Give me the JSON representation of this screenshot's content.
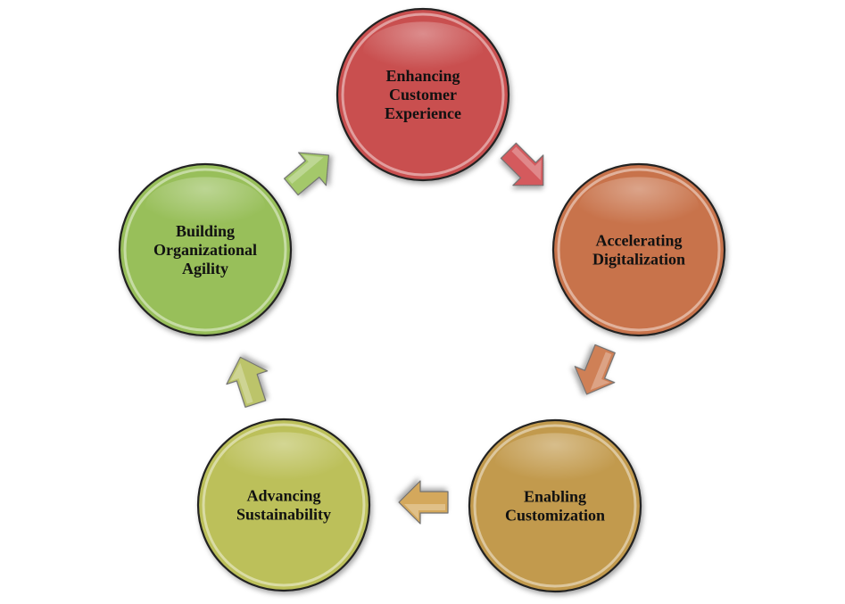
{
  "diagram": {
    "nodes": [
      {
        "lines": [
          "Enhancing",
          "Customer",
          "Experience"
        ],
        "color": "#c94f4f",
        "icon": "circle-node"
      },
      {
        "lines": [
          "Accelerating",
          "Digitalization"
        ],
        "color": "#c8734c",
        "icon": "circle-node"
      },
      {
        "lines": [
          "Enabling",
          "Customization"
        ],
        "color": "#c29a4e",
        "icon": "circle-node"
      },
      {
        "lines": [
          "Advancing",
          "Sustainability"
        ],
        "color": "#bcc05a",
        "icon": "circle-node"
      },
      {
        "lines": [
          "Building",
          "Organizational",
          "Agility"
        ],
        "color": "#98bf5a",
        "icon": "circle-node"
      }
    ],
    "arrows": [
      {
        "color": "#d45a5d",
        "icon": "arrow-icon"
      },
      {
        "color": "#cf8057",
        "icon": "arrow-icon"
      },
      {
        "color": "#d4a85b",
        "icon": "arrow-icon"
      },
      {
        "color": "#bcc46a",
        "icon": "arrow-icon"
      },
      {
        "color": "#a4c86a",
        "icon": "arrow-icon"
      }
    ]
  }
}
